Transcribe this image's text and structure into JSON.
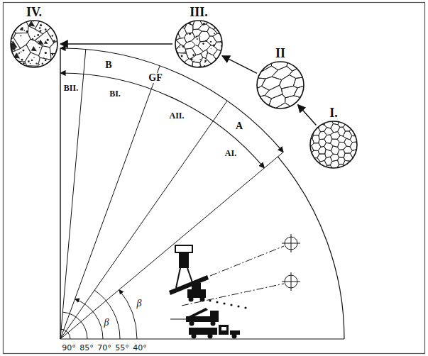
{
  "diagram": {
    "nodes": [
      {
        "text": [
          "IV."
        ]
      },
      {
        "text": [
          "III."
        ]
      },
      {
        "text": [
          "II"
        ]
      },
      {
        "text": [
          "I."
        ]
      }
    ],
    "edges": [
      {
        "from": 3,
        "to": 2,
        "arrow": "to"
      },
      {
        "from": 2,
        "to": 1,
        "arrow": "to"
      },
      {
        "from": 1,
        "to": 0,
        "arrow": "to"
      }
    ],
    "labels": [
      "B",
      "GF",
      "A",
      "BII.",
      "BI.",
      "AII.",
      "AI.",
      "β",
      "β",
      "90°",
      "85°",
      "70°",
      "55°",
      "40°"
    ]
  }
}
